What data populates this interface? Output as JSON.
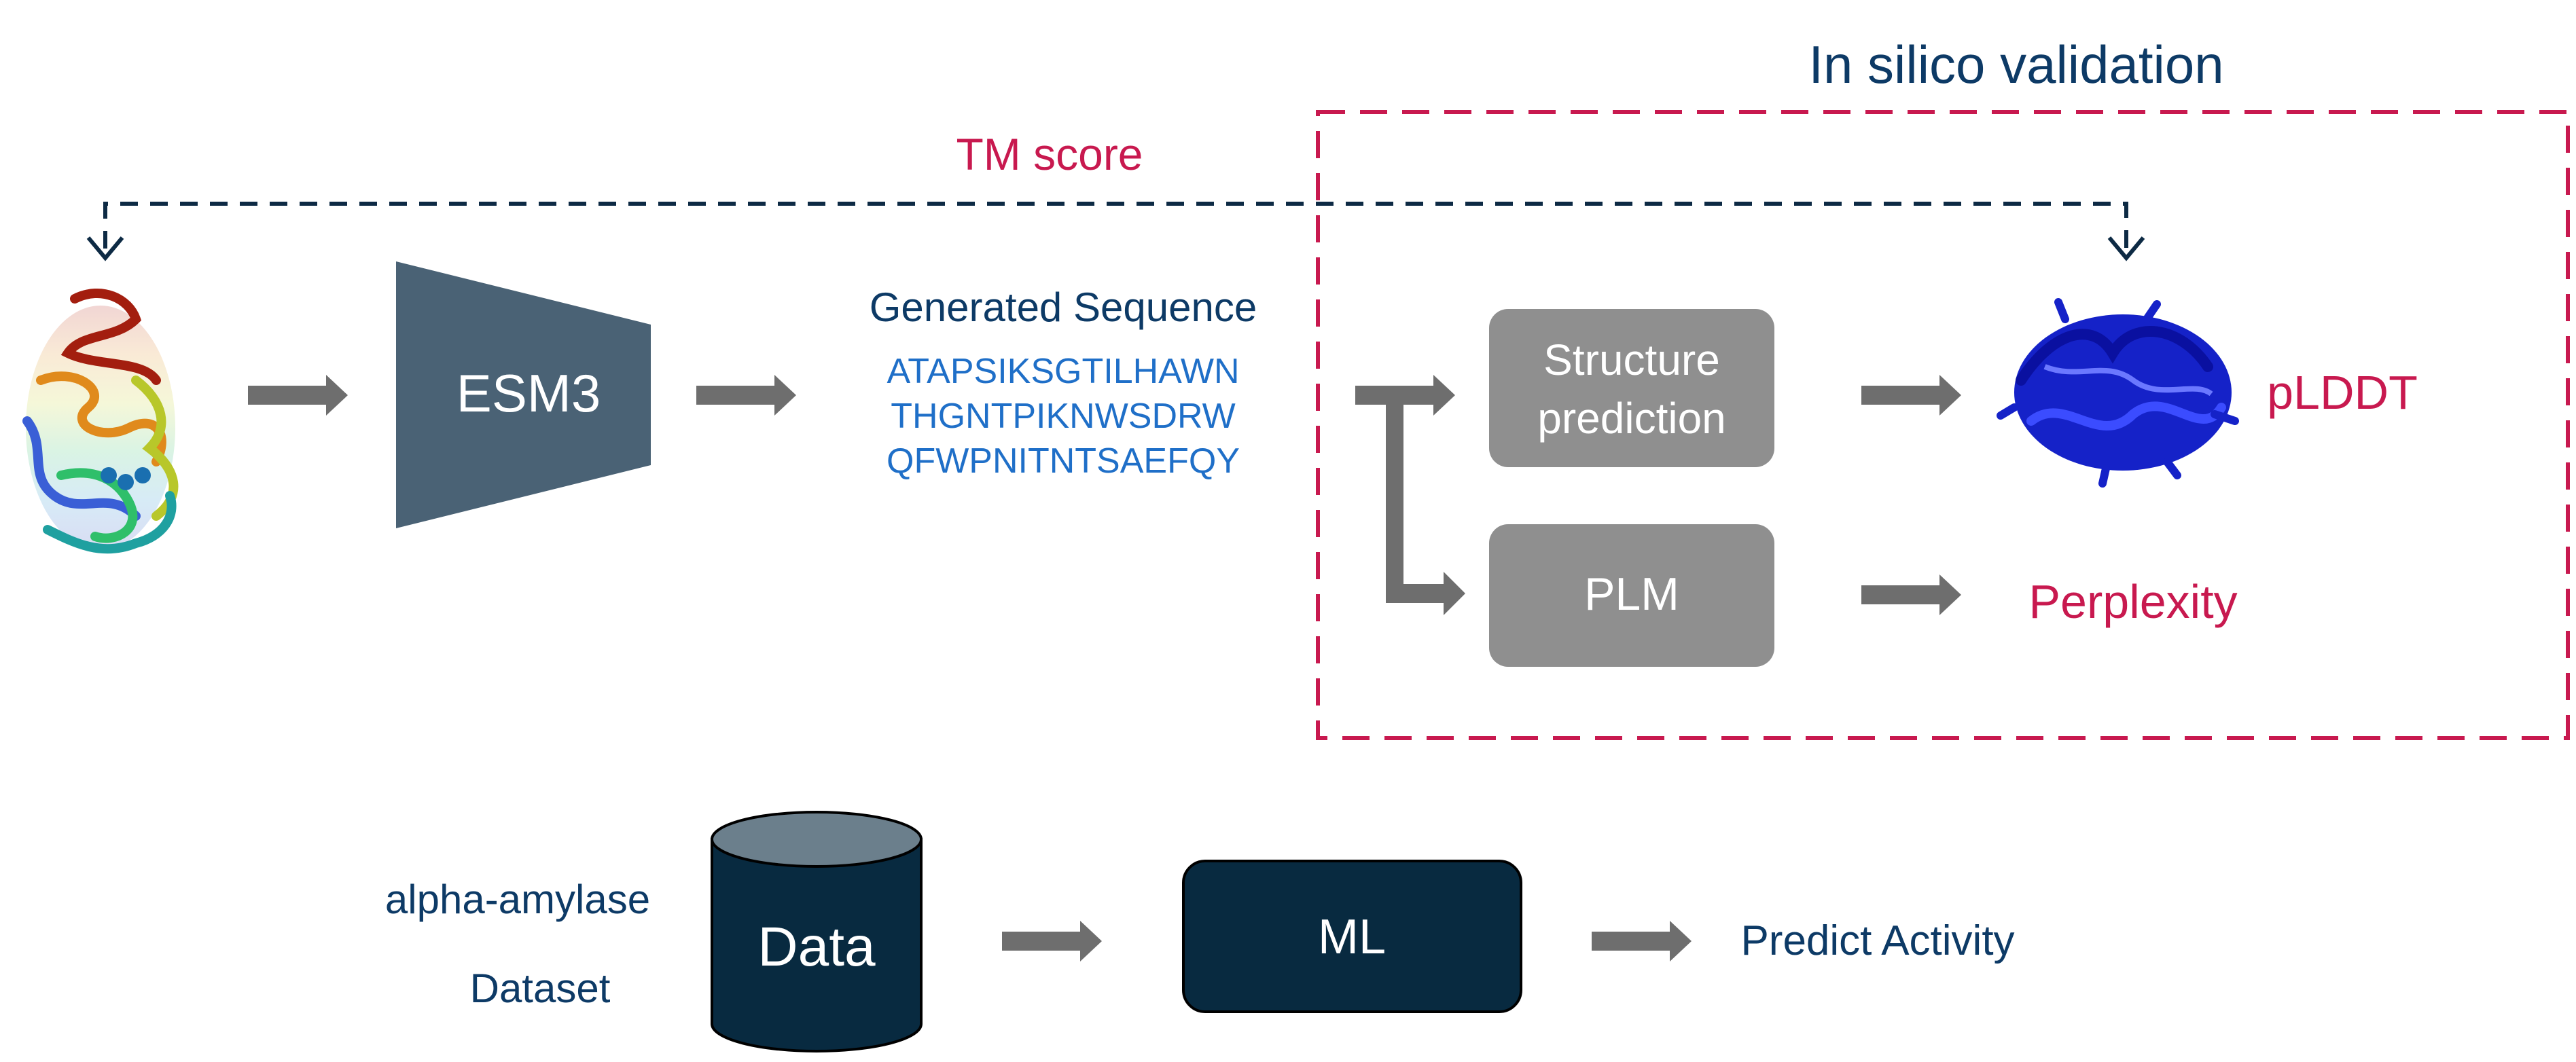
{
  "validation": {
    "title": "In silico validation",
    "tm_score": "TM score"
  },
  "pipeline": {
    "model": "ESM3",
    "generated_title": "Generated Sequence",
    "sequence_lines": [
      "ATAPSIKSGTILHAWN",
      "THGNTPIKNWSDRW",
      "QFWPNITNTSAEFQY"
    ],
    "structure_box": [
      "Structure",
      "prediction"
    ],
    "plm_box": "PLM",
    "plddt": "pLDDT",
    "perplexity": "Perplexity"
  },
  "activity": {
    "dataset_label": [
      "alpha-amylase",
      "Dataset"
    ],
    "data": "Data",
    "ml": "ML",
    "predict": "Predict Activity"
  },
  "colors": {
    "navy": "#0d3a66",
    "dark": "#082a40",
    "crimson": "#c8194f",
    "blue_text": "#1f6fc8",
    "gray_box": "#8f8f8f",
    "arrow": "#6e6e6e",
    "esm_fill": "#4a6275",
    "cyl_top": "#6b7f8c"
  }
}
